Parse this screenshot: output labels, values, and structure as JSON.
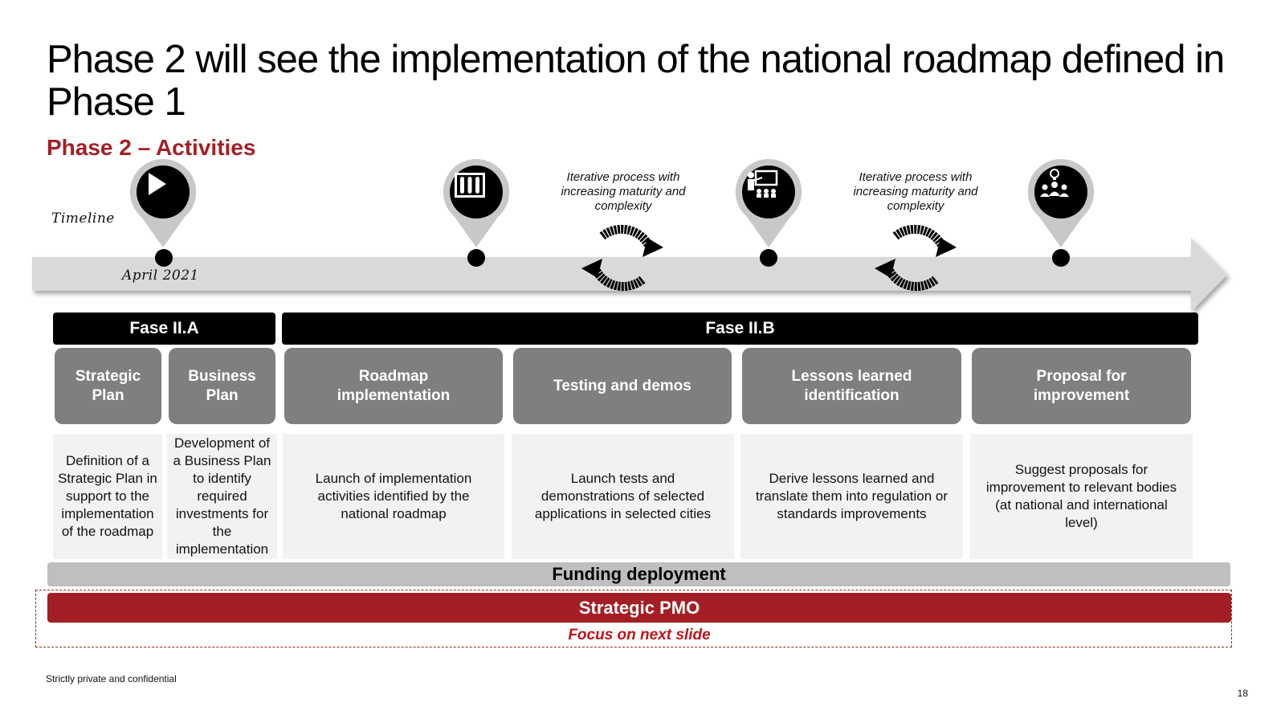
{
  "slide": {
    "title": "Phase 2 will see the implementation of the national roadmap defined in Phase 1",
    "subtitle": "Phase 2 – Activities",
    "accent_color": "#a31f24"
  },
  "timeline": {
    "label": "Timeline",
    "start_date": "April 2021",
    "milestone_icons": [
      "play-icon",
      "test-tubes-icon",
      "teacher-board-icon",
      "idea-team-icon"
    ],
    "iteration_notes": [
      "Iterative process with increasing maturity and complexity",
      "Iterative process with increasing maturity and complexity"
    ]
  },
  "phases": {
    "a": "Fase II.A",
    "b": "Fase II.B"
  },
  "activities": [
    {
      "title": "Strategic Plan",
      "description": "Definition of a Strategic Plan in support to the implementation of the roadmap"
    },
    {
      "title": "Business Plan",
      "description": "Development of a Business Plan to identify required investments for the implementation"
    },
    {
      "title": "Roadmap implementation",
      "description": "Launch of implementation activities identified by the national roadmap"
    },
    {
      "title": "Testing and demos",
      "description": "Launch tests and demonstrations of selected applications in selected cities"
    },
    {
      "title": "Lessons learned identification",
      "description": "Derive lessons learned and translate them into regulation or standards improvements"
    },
    {
      "title": "Proposal for improvement",
      "description": "Suggest proposals for improvement to relevant bodies (at national and international level)"
    }
  ],
  "funding": "Funding deployment",
  "pmo": {
    "label": "Strategic PMO",
    "focus": "Focus on next slide"
  },
  "footer": {
    "confidential": "Strictly private and confidential",
    "page": "18"
  }
}
